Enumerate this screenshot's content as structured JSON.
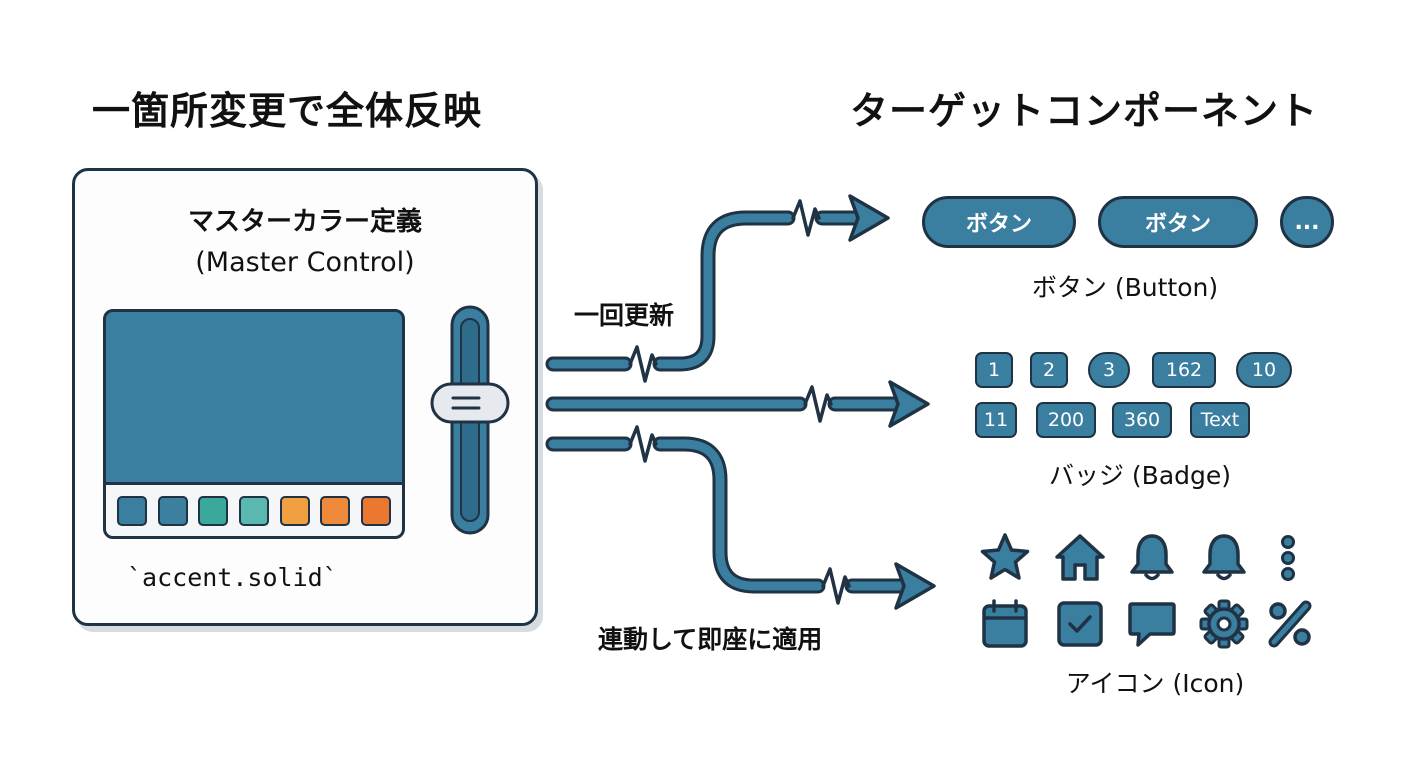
{
  "titles": {
    "left": "一箇所変更で全体反映",
    "right": "ターゲットコンポーネント"
  },
  "master": {
    "title": "マスターカラー定義",
    "subtitle": "(Master Control)",
    "code": "`accent.solid`",
    "swatches": [
      "#3a7ea0",
      "#3d7f9e",
      "#3aa89a",
      "#5ab8b0",
      "#f0a040",
      "#ee8a3a",
      "#ea7830"
    ]
  },
  "flow": {
    "update_label": "一回更新",
    "apply_label": "連動して即座に適用"
  },
  "buttons": {
    "items": [
      "ボタン",
      "ボタン",
      "..."
    ],
    "label": "ボタン (Button)"
  },
  "badges": {
    "row1": [
      "1",
      "2",
      "3",
      "162",
      "10"
    ],
    "row2": [
      "11",
      "200",
      "360",
      "Text"
    ],
    "label": "バッジ (Badge)"
  },
  "icons": {
    "row1": [
      "star-icon",
      "home-icon",
      "bell-icon",
      "bell-icon",
      "more-vertical-icon"
    ],
    "row2": [
      "calendar-icon",
      "checkbox-icon",
      "chat-icon",
      "gear-icon",
      "percent-icon"
    ],
    "label": "アイコン (Icon)"
  },
  "colors": {
    "accent": "#3a7ea0",
    "outline": "#1f3344"
  }
}
